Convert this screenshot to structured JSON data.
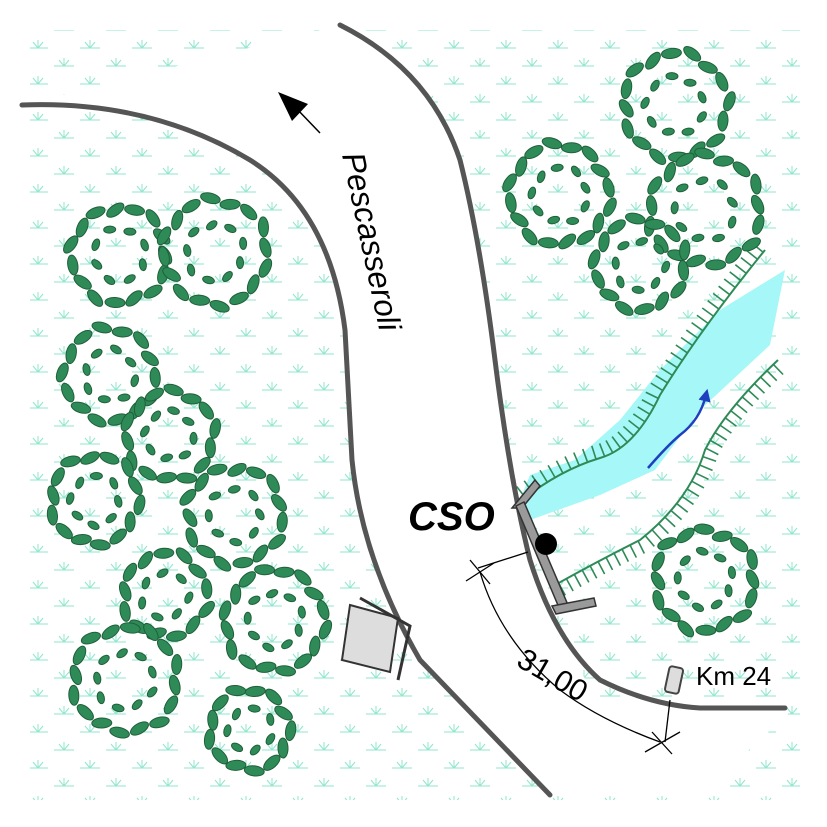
{
  "road": {
    "name": "Pescasseroli"
  },
  "culvert": {
    "label": "CSO"
  },
  "dimension": {
    "value": "31,00"
  },
  "milestone": {
    "label": "Km 24"
  },
  "colors": {
    "road_edge": "#555555",
    "tree_fill": "#2e8b57",
    "tree_stroke": "#1f5f3a",
    "water": "#a6f7f7",
    "flow_arrow": "#1e3fbf",
    "grass": "#8fe6cc",
    "embankment": "#2e8b57"
  },
  "icons": [
    "north-arrow-icon",
    "flow-arrow-icon",
    "outfall-icon",
    "tree-icon",
    "grass-icon",
    "milestone-icon",
    "culvert-head-icon"
  ]
}
